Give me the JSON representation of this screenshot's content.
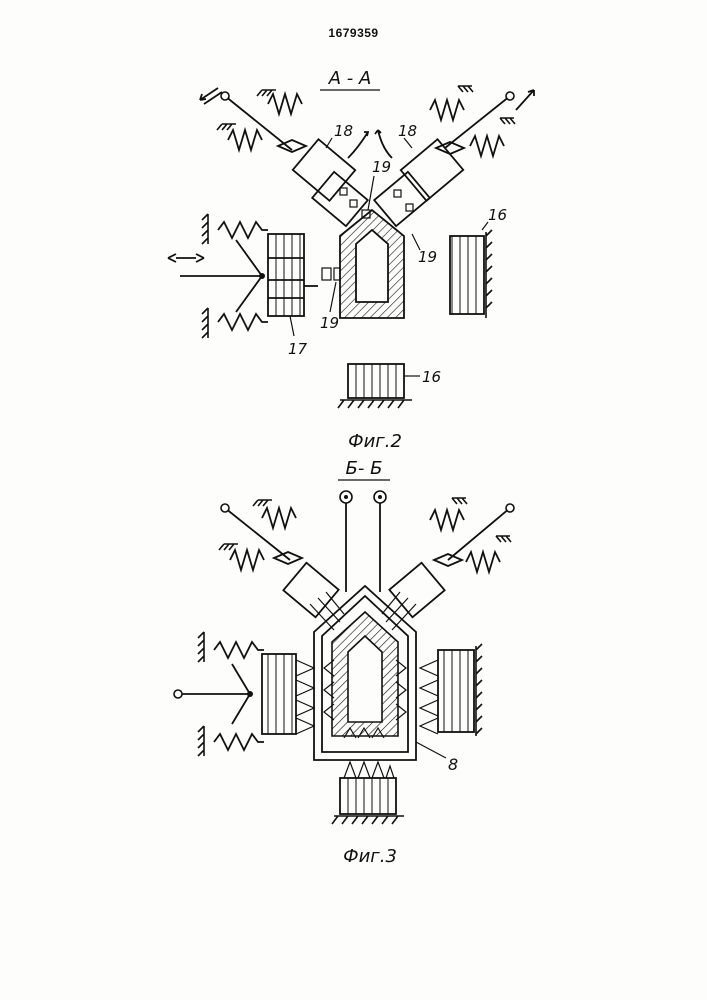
{
  "document": {
    "number": "1679359"
  },
  "figure2": {
    "section_label": "А - А",
    "caption": "Фиг.2",
    "callouts": {
      "electrode_left": "18",
      "electrode_right": "18",
      "contact_top": "19",
      "contact_right": "19",
      "contact_bottom": "19",
      "support_right": "16",
      "support_bottom": "16",
      "electrode_side": "17"
    }
  },
  "figure3": {
    "section_label": "Б- Б",
    "caption": "Фиг.3",
    "callouts": {
      "housing": "8"
    }
  }
}
